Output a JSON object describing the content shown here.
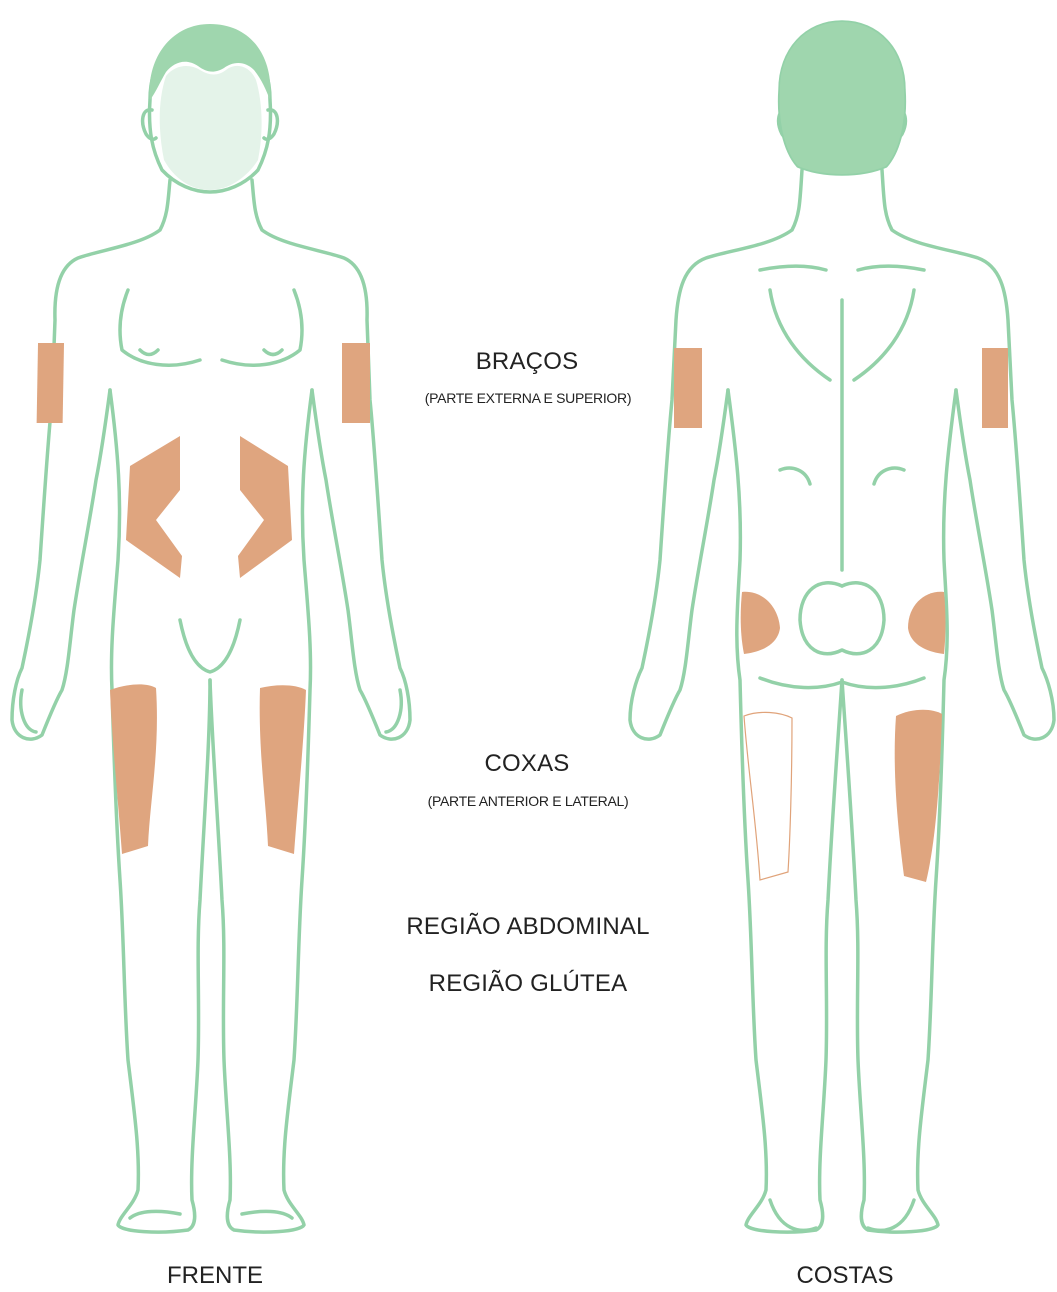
{
  "labels": {
    "arms_title": "BRAÇOS",
    "arms_detail": "(PARTE EXTERNA E SUPERIOR)",
    "thighs_title": "COXAS",
    "thighs_detail": "(PARTE ANTERIOR E LATERAL)",
    "abdominal": "REGIÃO ABDOMINAL",
    "gluteal": "REGIÃO GLÚTEA",
    "front": "FRENTE",
    "back": "COSTAS"
  },
  "colors": {
    "outline": "#93d1a8",
    "hair": "#9fd6ae",
    "face": "#e4f3e9",
    "injection_zone": "#dfa57f",
    "text": "#222222"
  }
}
